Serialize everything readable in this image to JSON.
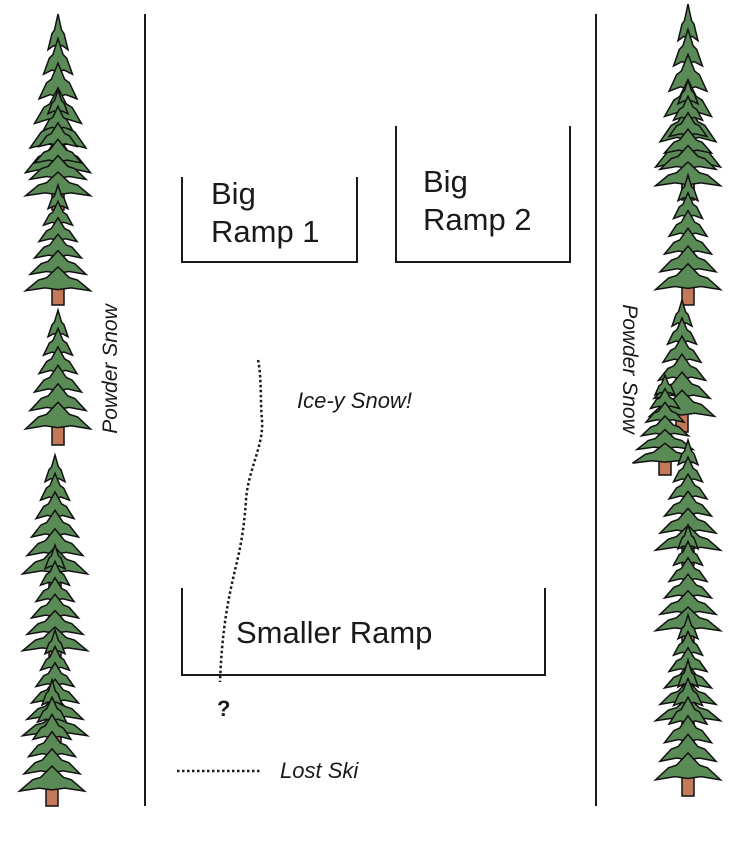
{
  "labels": {
    "ramp1": "Big\nRamp 1",
    "ramp2": "Big\nRamp 2",
    "smaller_ramp": "Smaller Ramp",
    "ice_snow": "Ice-y Snow!",
    "powder_left": "Powder Snow",
    "powder_right": "Powder Snow",
    "question": "?",
    "lost_ski": "Lost Ski"
  },
  "colors": {
    "line": "#1a1a1a",
    "tree_foliage": "#5a8a55",
    "tree_trunk": "#c47a5a",
    "outline": "#111111"
  },
  "icons": [
    "pine-tree-icon"
  ]
}
